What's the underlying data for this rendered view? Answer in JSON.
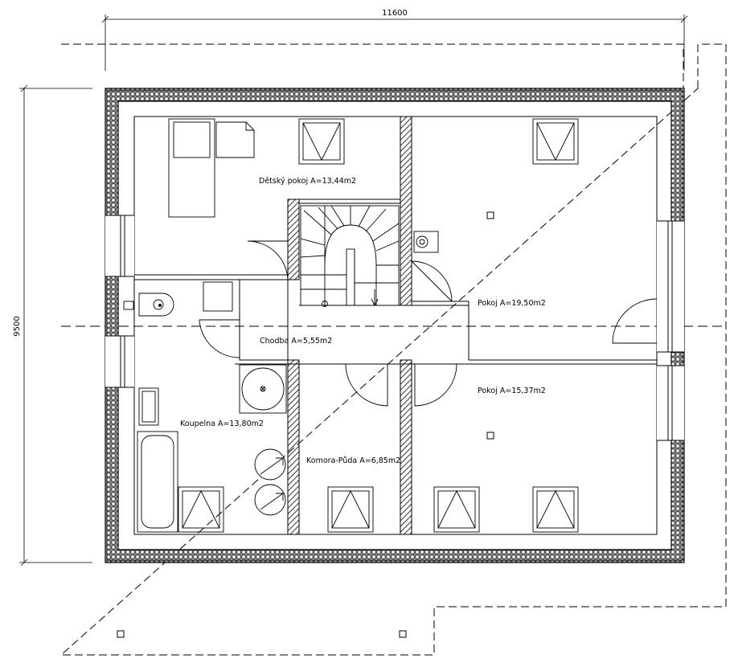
{
  "dimensions": {
    "width": "11600",
    "height": "9500"
  },
  "rooms": {
    "detsky_pokoj": "Dětský pokoj A=13,44m2",
    "pokoj_1": "Pokoj  A=19,50m2",
    "chodba": "Chodba A=5,55m2",
    "pokoj_2": "Pokoj  A=15,37m2",
    "koupelna": "Koupelna A=13,80m2",
    "komora": "Komora-Půda A=6,85m2"
  }
}
